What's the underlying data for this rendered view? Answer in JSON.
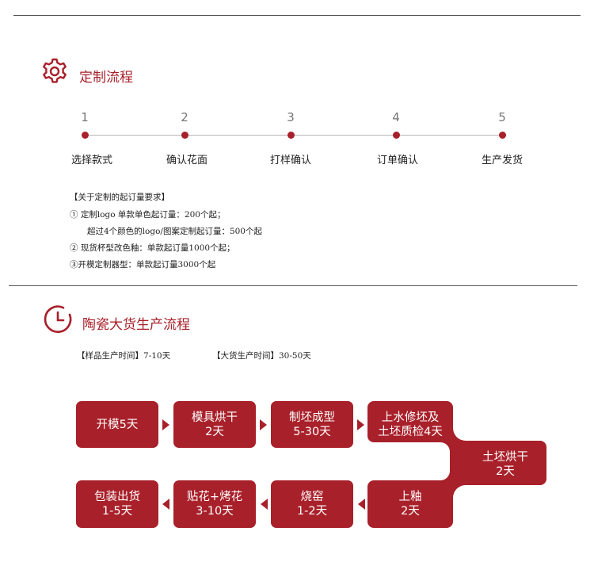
{
  "section1": {
    "title": "定制流程",
    "icon": "gear-icon",
    "steps": [
      {
        "num": "1",
        "label": "选择款式"
      },
      {
        "num": "2",
        "label": "确认花面"
      },
      {
        "num": "3",
        "label": "打样确认"
      },
      {
        "num": "4",
        "label": "订单确认"
      },
      {
        "num": "5",
        "label": "生产发货"
      }
    ],
    "requirements": {
      "heading": "【关于定制的起订量要求】",
      "lines": [
        "①  定制logo  单款单色起订量：200个起；",
        "超过4个颜色的logo/图案定制起订量：500个起",
        "②  现货杯型改色釉：单款起订量1000个起；",
        "③开模定制器型：单款起订量3000个起"
      ]
    }
  },
  "section2": {
    "title": "陶瓷大货生产流程",
    "icon": "clock-icon",
    "times": {
      "sample": "【样品生产时间】7-10天",
      "bulk": "【大货生产时间】30-50天"
    },
    "flow": [
      {
        "line1": "开模5天",
        "line2": ""
      },
      {
        "line1": "模具烘干",
        "line2": "2天"
      },
      {
        "line1": "制坯成型",
        "line2": "5-30天"
      },
      {
        "line1": "上水修坯及",
        "line2": "土坯质检4天"
      },
      {
        "line1": "土坯烘干",
        "line2": "2天"
      },
      {
        "line1": "上釉",
        "line2": "2天"
      },
      {
        "line1": "烧窑",
        "line2": "1-2天"
      },
      {
        "line1": "贴花+烤花",
        "line2": "3-10天"
      },
      {
        "line1": "包装出货",
        "line2": "1-5天"
      }
    ]
  },
  "colors": {
    "accent": "#a8202a",
    "rule": "#555555",
    "timeline": "#b5b5b5"
  }
}
